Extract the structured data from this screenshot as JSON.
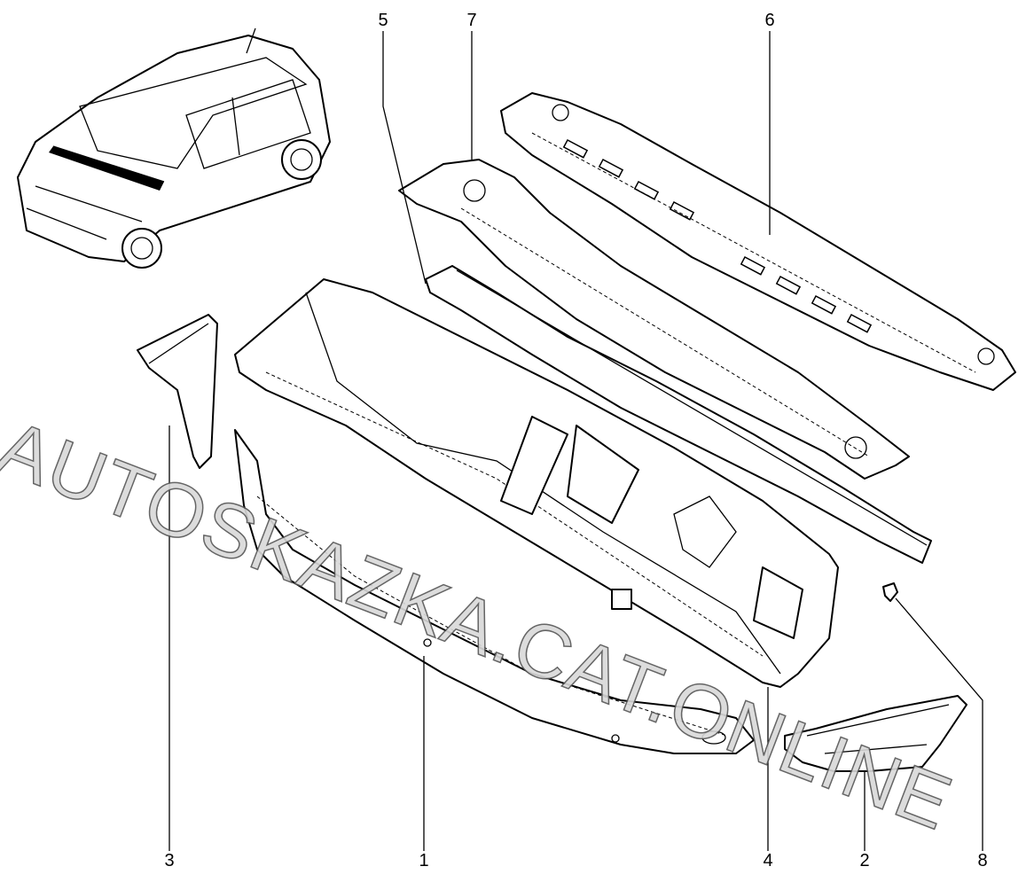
{
  "diagram": {
    "watermark": "AUTOSKAZKA.CAT.ONLINE",
    "callouts": [
      {
        "id": "5",
        "label": "5"
      },
      {
        "id": "7",
        "label": "7"
      },
      {
        "id": "6",
        "label": "6"
      },
      {
        "id": "3",
        "label": "3"
      },
      {
        "id": "1",
        "label": "1"
      },
      {
        "id": "4",
        "label": "4"
      },
      {
        "id": "2",
        "label": "2"
      },
      {
        "id": "8",
        "label": "8"
      }
    ]
  }
}
